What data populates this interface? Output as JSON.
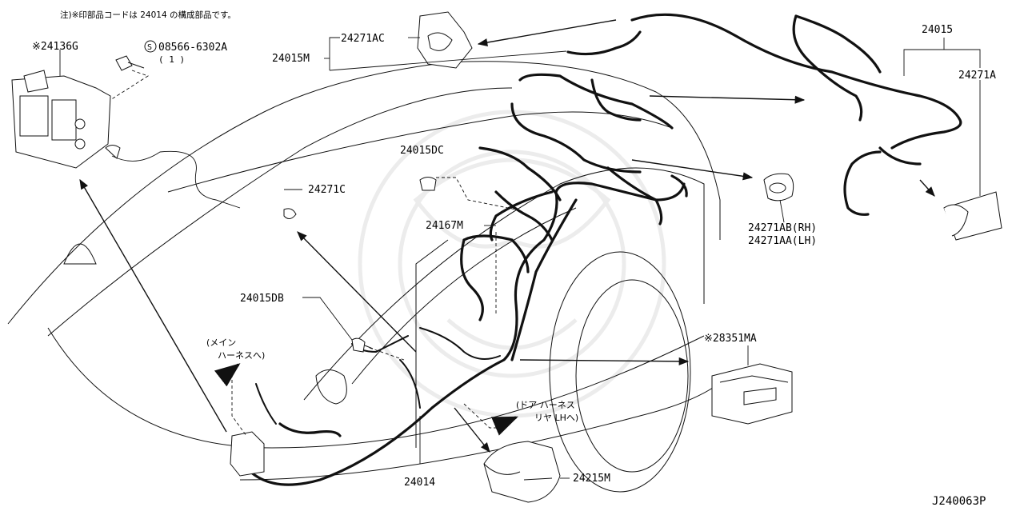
{
  "note": "注)※印部品コードは 24014 の構成部品です。",
  "diagram_code": "J240063P",
  "labels": {
    "p24136g": "※24136G",
    "s_symbol": "S",
    "p08566": "08566-6302A",
    "p08566_qty": "( 1 )",
    "p24271ac": "24271AC",
    "p24015m": "24015M",
    "p24015": "24015",
    "p24271a": "24271A",
    "p24271c": "24271C",
    "p24015dc": "24015DC",
    "p24167m": "24167M",
    "p24271ab": "24271AB(RH)",
    "p24271aa": "24271AA(LH)",
    "p24015db": "24015DB",
    "p28351ma": "※28351MA",
    "p24014": "24014",
    "p24215m": "24215M"
  },
  "notes": {
    "main_harness_1": "(メイン",
    "main_harness_2": "ハーネスへ)",
    "door_harness_1": "(ドア ハーネス",
    "door_harness_2": "リヤ LHへ)"
  }
}
